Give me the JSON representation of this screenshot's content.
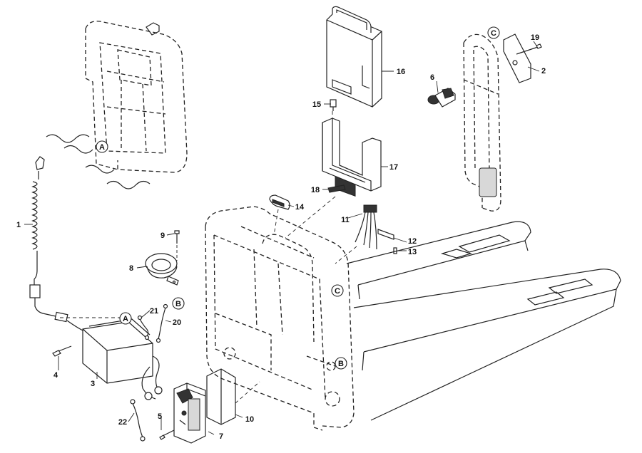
{
  "part_labels": [
    "1",
    "2",
    "3",
    "4",
    "5",
    "6",
    "7",
    "8",
    "9",
    "10",
    "11",
    "12",
    "13",
    "14",
    "15",
    "16",
    "17",
    "18",
    "19",
    "20",
    "21",
    "22"
  ],
  "callout_letters": [
    "A",
    "A",
    "B",
    "B",
    "C",
    "C"
  ]
}
